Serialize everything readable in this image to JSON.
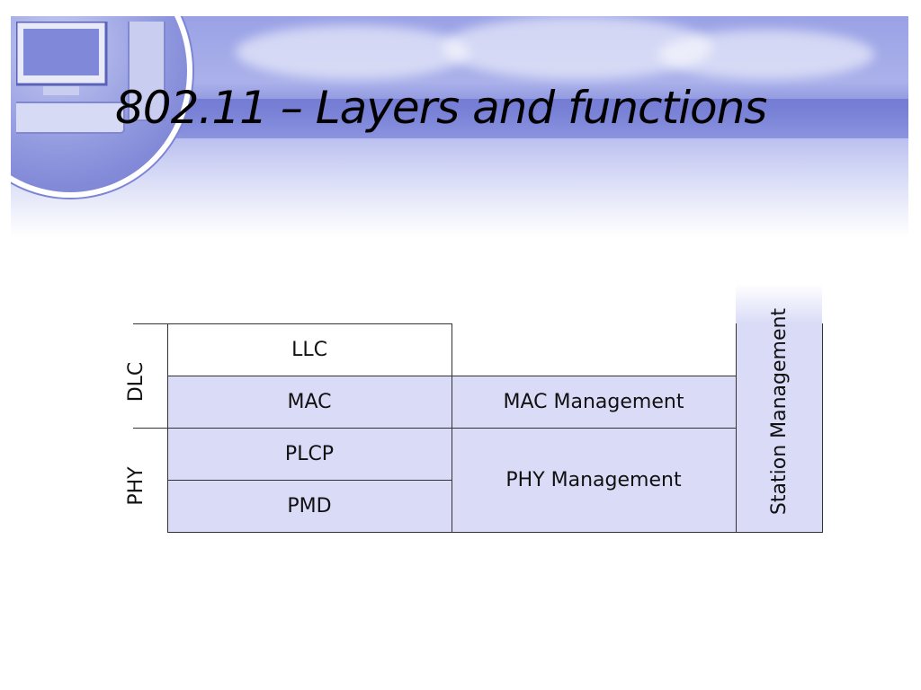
{
  "slide": {
    "title": "802.11 – Layers and functions"
  },
  "diagram": {
    "groups": [
      {
        "label": "DLC"
      },
      {
        "label": "PHY"
      }
    ],
    "layers": [
      {
        "label": "LLC"
      },
      {
        "label": "MAC"
      },
      {
        "label": "PLCP"
      },
      {
        "label": "PMD"
      }
    ],
    "management": [
      {
        "label": "MAC Management"
      },
      {
        "label": "PHY Management"
      }
    ],
    "station_management": "Station Management"
  },
  "colors": {
    "cell_fill": "#dadcf7",
    "border": "#333333",
    "banner": "#8a92df"
  }
}
